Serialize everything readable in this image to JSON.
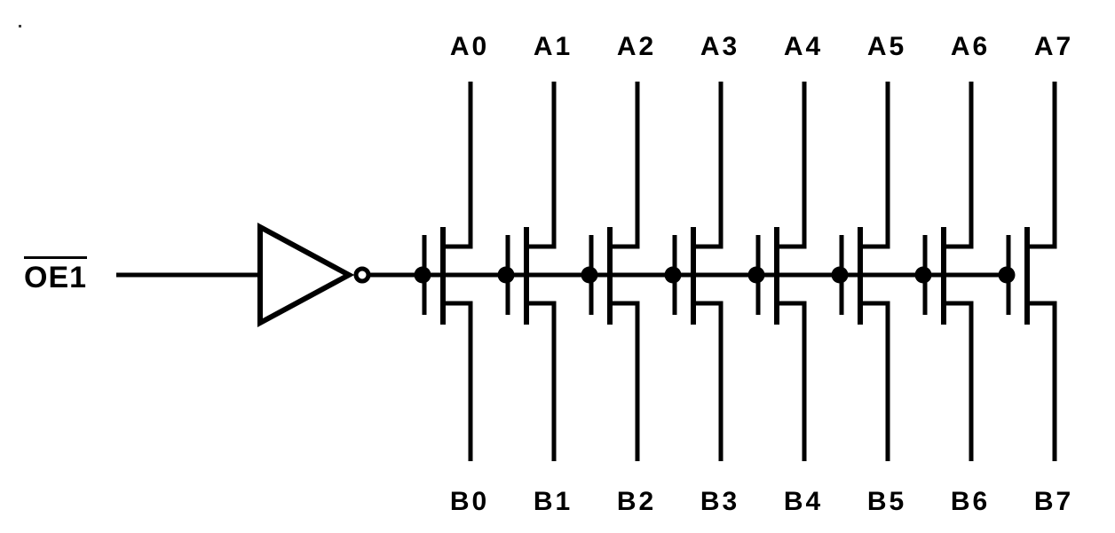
{
  "diagram": {
    "enable": {
      "label": "OE1",
      "overline": true
    },
    "inverter_icon": "inverter-with-bubble",
    "channels": [
      {
        "a": "A0",
        "b": "B0"
      },
      {
        "a": "A1",
        "b": "B1"
      },
      {
        "a": "A2",
        "b": "B2"
      },
      {
        "a": "A3",
        "b": "B3"
      },
      {
        "a": "A4",
        "b": "B4"
      },
      {
        "a": "A5",
        "b": "B5"
      },
      {
        "a": "A6",
        "b": "B6"
      },
      {
        "a": "A7",
        "b": "B7"
      }
    ],
    "stray_mark": ".",
    "colors": {
      "line": "#000000",
      "text": "#000000",
      "background": "#ffffff"
    }
  }
}
